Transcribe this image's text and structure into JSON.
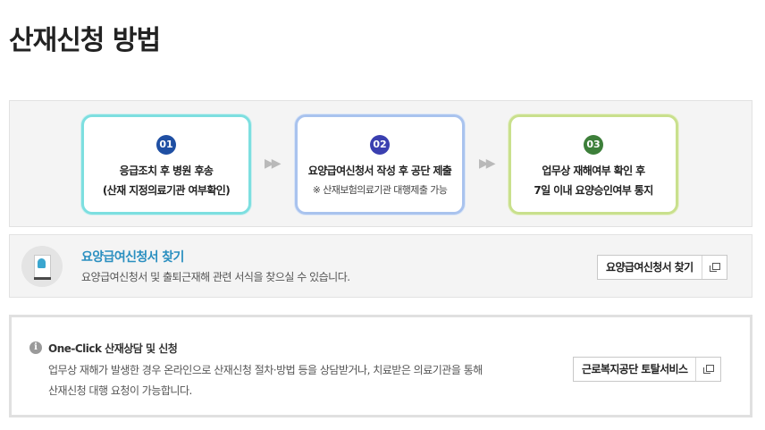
{
  "page": {
    "title": "산재신청 방법"
  },
  "steps": [
    {
      "num": "01",
      "line1": "응급조치 후 병원 후송",
      "line2": "(산재 지정의료기관 여부확인)"
    },
    {
      "num": "02",
      "line1": "요양급여신청서 작성 후 공단 제출",
      "line2": "※ 산재보험의료기관 대행제출 가능"
    },
    {
      "num": "03",
      "line1": "업무상 재해여부 확인 후",
      "line2": "7일 이내 요양승인여부 통지"
    }
  ],
  "arrows": {
    "symbol": "▶▶"
  },
  "find_form": {
    "title": "요양급여신청서 찾기",
    "desc": "요양급여신청서 및 출퇴근재해 관련 서식을 찾으실 수 있습니다.",
    "button_label": "요양급여신청서 찾기",
    "icon": "hand-pointer-document-icon"
  },
  "one_click": {
    "info_glyph": "i",
    "title": "One-Click 산재상담 및 신청",
    "desc_line1": "업무상 재해가 발생한 경우 온라인으로 산재신청 절차·방법 등을 상담받거나, 치료받은 의료기관을 통해",
    "desc_line2": "산재신청 대행 요청이 가능합니다.",
    "button_label": "근로복지공단 토탈서비스"
  }
}
